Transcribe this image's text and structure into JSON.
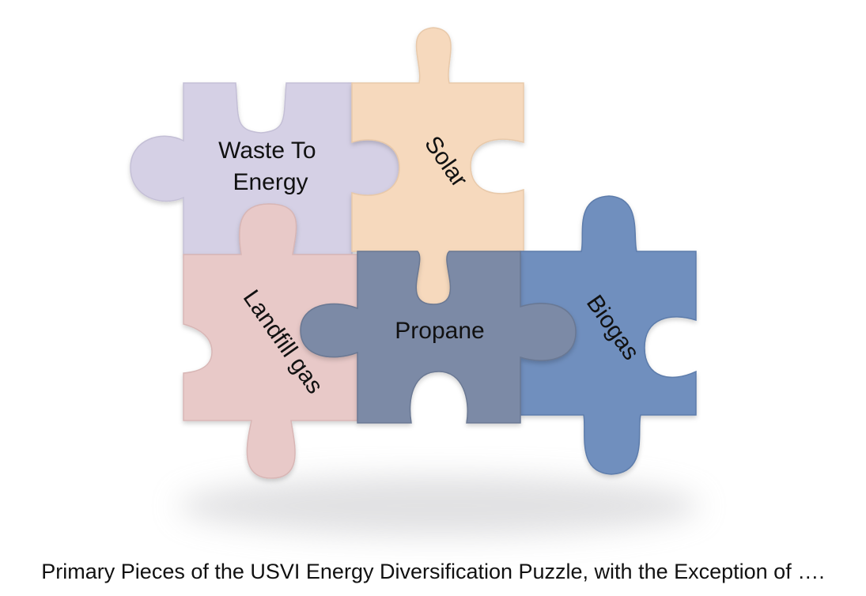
{
  "pieces": [
    {
      "id": "waste",
      "lines": [
        "Waste To",
        "Energy"
      ],
      "color": "#d5d0e5"
    },
    {
      "id": "solar",
      "lines": [
        "Solar"
      ],
      "color": "#f6d9bd"
    },
    {
      "id": "landfill",
      "lines": [
        "Landfill gas"
      ],
      "color": "#e8c9c8"
    },
    {
      "id": "propane",
      "lines": [
        "Propane"
      ],
      "color": "#7b8aa6"
    },
    {
      "id": "biogas",
      "lines": [
        "Biogas"
      ],
      "color": "#6f8fbe"
    }
  ],
  "caption": "Primary Pieces of the USVI Energy Diversification Puzzle, with the Exception of …."
}
